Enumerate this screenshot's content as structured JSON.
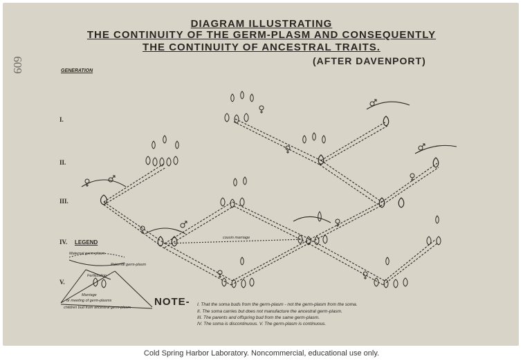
{
  "title": {
    "line1": "DIAGRAM ILLUSTRATING",
    "line2": "THE CONTINUITY OF THE GERM-PLASM AND CONSEQUENTLY",
    "line3": "THE CONTINUITY OF ANCESTRAL TRAITS."
  },
  "attribution": "(AFTER DAVENPORT)",
  "margin_mark": "609",
  "generation_header": "GENERATION",
  "generations": [
    "I.",
    "II.",
    "III.",
    "IV.",
    "V."
  ],
  "cousin_label": "cousin marriage",
  "legend": {
    "title": "LEGEND",
    "labels": [
      "Maternal germ-plasm",
      "Paternal germ-plasm",
      "Fertilization",
      "Marriage",
      "or meeting of germ-plasms",
      "children bud from ancestral germ-plasm"
    ]
  },
  "note": {
    "heading": "NOTE-",
    "lines": [
      "I. That the soma buds from the germ-plasm - not the germ-plasm from the soma.",
      "II. The soma carries but does not manufacture the ancestral germ-plasm.",
      "III. The parents and offspring bud from the same germ-plasm.",
      "IV. The soma is discontinuous.  V. The germ-plasm is continuous."
    ]
  },
  "footer": "Cold Spring Harbor Laboratory. Noncommercial, educational use only.",
  "colors": {
    "paper": "#d8d4c8",
    "ink": "#2a2622"
  }
}
